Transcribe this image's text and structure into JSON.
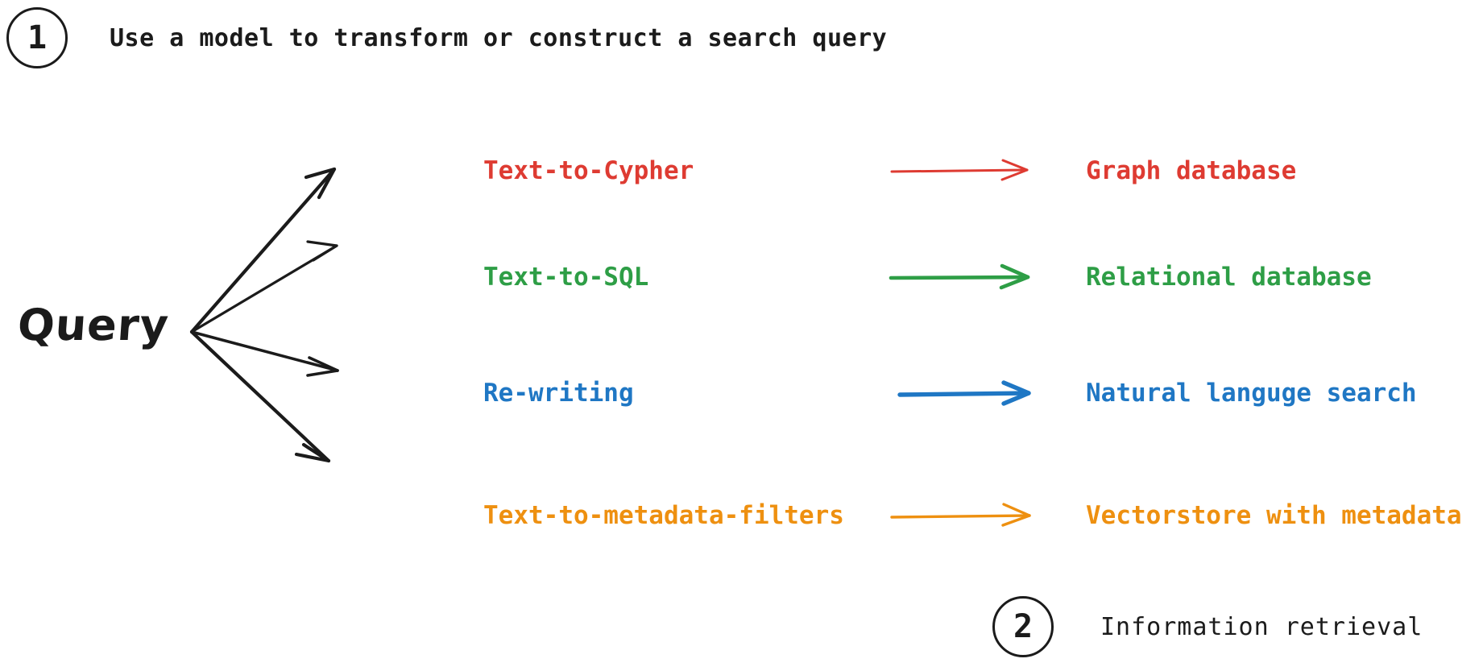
{
  "steps": [
    {
      "number": "1",
      "label": "Use a model to transform or construct a search query"
    },
    {
      "number": "2",
      "label": "Information retrieval"
    }
  ],
  "query_node": {
    "label": "Query"
  },
  "colors": {
    "red": "#DE3B32",
    "green": "#2E9E46",
    "blue": "#1F77C4",
    "orange": "#EE9010",
    "ink": "#1B1B1B",
    "background": "#FFFFFF"
  },
  "chart_data": {
    "type": "diagram",
    "title": "Use a model to transform or construct a search query",
    "source_node": "Query",
    "edges": [
      {
        "technique": "Text-to-Cypher",
        "target": "Graph database",
        "color": "#DE3B32",
        "arrow": "red-arrow"
      },
      {
        "technique": "Text-to-SQL",
        "target": "Relational database",
        "color": "#2E9E46",
        "arrow": "green-arrow"
      },
      {
        "technique": "Re-writing",
        "target": "Natural languge search",
        "color": "#1F77C4",
        "arrow": "blue-arrow"
      },
      {
        "technique": "Text-to-metadata-filters",
        "target": "Vectorstore with metadata",
        "color": "#EE9010",
        "arrow": "orange-arrow"
      }
    ],
    "fan_arrow_count": 4,
    "legend": "none",
    "grid": false
  }
}
